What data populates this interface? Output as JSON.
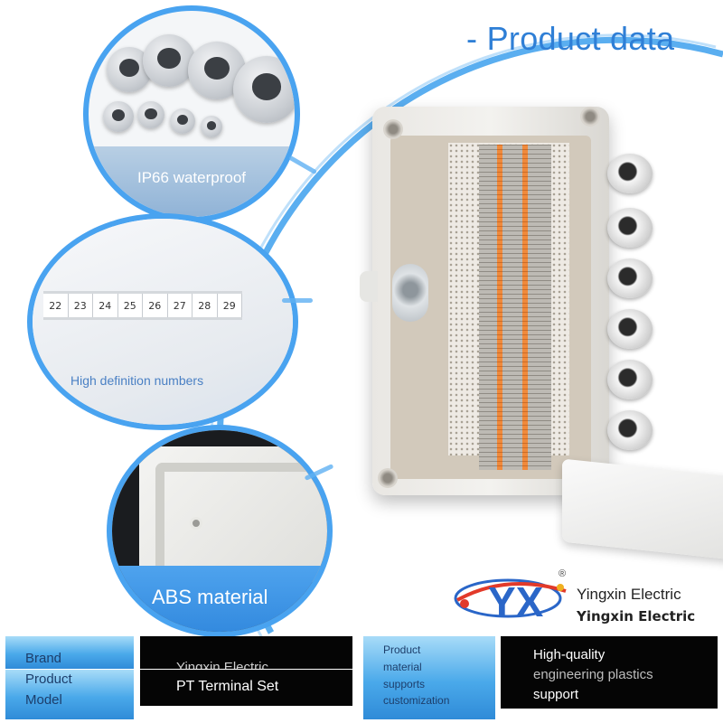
{
  "title": "- Product data",
  "features": [
    {
      "label": "IP66 waterproof"
    },
    {
      "label": "High definition numbers",
      "strip_numbers": [
        "22",
        "23",
        "24",
        "25",
        "26",
        "27",
        "28",
        "29"
      ]
    },
    {
      "label": "ABS material"
    }
  ],
  "logo": {
    "mark": "YX",
    "registered": "®",
    "name_line1": "Yingxin Electric",
    "name_line2": "Yingxin Electric"
  },
  "spec": {
    "brand_label": "Brand",
    "brand_value": "Yingxin Electric",
    "model_label_1": "Product",
    "model_label_2": "Model",
    "model_value": "PT Terminal Set",
    "custom_1": "Product",
    "custom_2": "material",
    "custom_3": "supports",
    "custom_4": "customization",
    "material_1": "High-quality",
    "material_2": "engineering plastics",
    "material_3": "support"
  },
  "colors": {
    "accent": "#49a3f0",
    "title": "#2f7fd6",
    "cell_dark": "#050505"
  }
}
